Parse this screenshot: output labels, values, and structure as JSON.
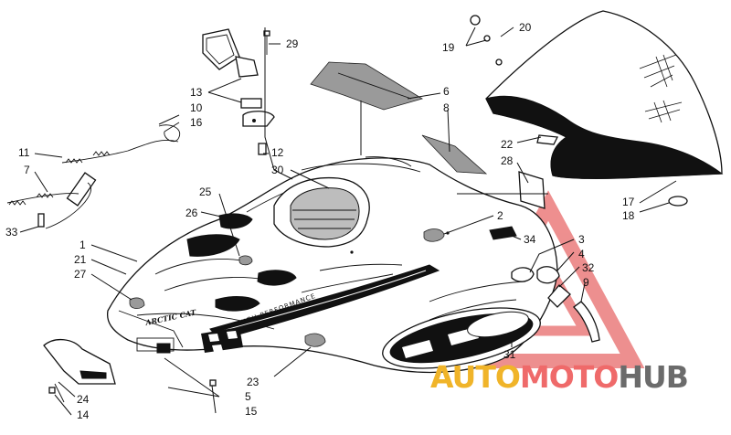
{
  "labels": [
    {
      "id": "29",
      "text": "29"
    },
    {
      "id": "13",
      "text": "13"
    },
    {
      "id": "10",
      "text": "10"
    },
    {
      "id": "16",
      "text": "16"
    },
    {
      "id": "11",
      "text": "11"
    },
    {
      "id": "7",
      "text": "7"
    },
    {
      "id": "33",
      "text": "33"
    },
    {
      "id": "12",
      "text": "12"
    },
    {
      "id": "30",
      "text": "30"
    },
    {
      "id": "6",
      "text": "6"
    },
    {
      "id": "8",
      "text": "8"
    },
    {
      "id": "19",
      "text": "19"
    },
    {
      "id": "20",
      "text": "20"
    },
    {
      "id": "22",
      "text": "22"
    },
    {
      "id": "28",
      "text": "28"
    },
    {
      "id": "17",
      "text": "17"
    },
    {
      "id": "18",
      "text": "18"
    },
    {
      "id": "25",
      "text": "25"
    },
    {
      "id": "26",
      "text": "26"
    },
    {
      "id": "2",
      "text": "2"
    },
    {
      "id": "34",
      "text": "34"
    },
    {
      "id": "3",
      "text": "3"
    },
    {
      "id": "4",
      "text": "4"
    },
    {
      "id": "32",
      "text": "32"
    },
    {
      "id": "9",
      "text": "9"
    },
    {
      "id": "1",
      "text": "1"
    },
    {
      "id": "21",
      "text": "21"
    },
    {
      "id": "27",
      "text": "27"
    },
    {
      "id": "31",
      "text": "31"
    },
    {
      "id": "23",
      "text": "23"
    },
    {
      "id": "5",
      "text": "5"
    },
    {
      "id": "15",
      "text": "15"
    },
    {
      "id": "24",
      "text": "24"
    },
    {
      "id": "14",
      "text": "14"
    }
  ],
  "decals": {
    "brand": "ARCTIC CAT",
    "side_text": "HIGH PERFORMANCE"
  },
  "watermark": {
    "part1": "AUTO",
    "part2": "MOTO",
    "part3": "HUB",
    "color_auto": "#f0b429",
    "color_moto": "#ef6a6a",
    "color_hub": "#6b6b6b",
    "triangle_color": "#e86a6a"
  }
}
